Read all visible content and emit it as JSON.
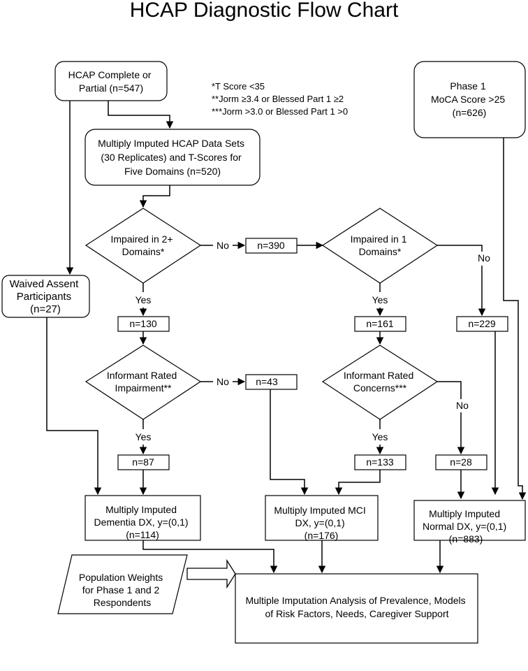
{
  "title": "HCAP Diagnostic Flow Chart",
  "footnotes": [
    "*T Score <35",
    "**Jorm ≥3.4 or Blessed Part 1 ≥2",
    "***Jorm >3.0 or Blessed Part 1 >0"
  ],
  "nodes": {
    "hcap_complete": [
      "HCAP Complete or",
      "Partial (n=547)"
    ],
    "phase1": [
      "Phase 1",
      "MoCA Score >25",
      "(n=626)"
    ],
    "imputed_sets": [
      "Multiply Imputed HCAP Data Sets",
      "(30 Replicates) and T-Scores for",
      "Five Domains (n=520)"
    ],
    "impaired_2plus": [
      "Impaired in 2+",
      "Domains*"
    ],
    "impaired_1": [
      "Impaired in 1",
      "Domains*"
    ],
    "waived": [
      "Waived Assent",
      "Participants",
      "(n=27)"
    ],
    "n390": "n=390",
    "n130": "n=130",
    "n161": "n=161",
    "n229": "n=229",
    "informant_impairment": [
      "Informant Rated",
      "Impairment**"
    ],
    "informant_concerns": [
      "Informant Rated",
      "Concerns***"
    ],
    "n43": "n=43",
    "n87": "n=87",
    "n133": "n=133",
    "n28": "n=28",
    "dementia": [
      "Multiply Imputed",
      "Dementia DX, y=(0,1)",
      "(n=114)"
    ],
    "mci": [
      "Multiply Imputed MCI",
      "DX, y=(0,1)",
      "(n=176)"
    ],
    "normal": [
      "Multiply Imputed",
      "Normal DX, y=(0,1)",
      "(n=883)"
    ],
    "weights": [
      "Population Weights",
      "for Phase 1 and 2",
      "Respondents"
    ],
    "analysis": [
      "Multiple Imputation Analysis of Prevalence, Models",
      "of Risk Factors, Needs, Caregiver Support"
    ]
  },
  "edge_labels": {
    "no": "No",
    "yes": "Yes"
  }
}
